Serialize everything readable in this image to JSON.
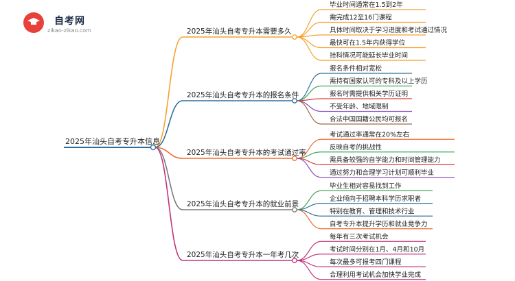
{
  "logo": {
    "title": "自考网",
    "subtitle": "zikao-zikao.com"
  },
  "root": {
    "label": "2025年汕头自考专升本信息"
  },
  "branches": [
    {
      "label": "2025年汕头自考专升本需要多久",
      "color": "#f4a12f",
      "children": [
        "毕业时间通常在1.5到2年",
        "需完成12至16门课程",
        "具体时间取决于学习进度和考试通过情况",
        "最快可在1.5年内获得学位",
        "挂科情况可能延长毕业时间"
      ]
    },
    {
      "label": "2025年汕头自考专升本的报名条件",
      "color": "#2f6f9e",
      "children": [
        "报名条件相对宽松",
        "需持有国家认可的专科及以上学历",
        "报名时需提供相关学历证明",
        "不受年龄、地域限制",
        "合法中国国籍公民均可报名"
      ]
    },
    {
      "label": "2025年汕头自考专升本的考试通过率",
      "color": "#f26b2e",
      "children": [
        "考试通过率通常在20%左右",
        "反映自考的挑战性",
        "需具备较强的自学能力和时间管理能力",
        "通过努力和合理学习计划可顺利毕业"
      ]
    },
    {
      "label": "2025年汕头自考专升本的就业前景",
      "color": "#7a7a7a",
      "children": [
        "毕业生相对容易找到工作",
        "企业倾向于招聘本科学历求职者",
        "特别在教育、管理和技术行业",
        "自考专升本提升学历和就业竞争力"
      ]
    },
    {
      "label": "2025年汕头自考专升本一年考几次",
      "color": "#c0347a",
      "children": [
        "每年有三次考试机会",
        "考试时间分别在1月、4月和10月",
        "每次最多可报考四门课程",
        "合理利用考试机会加快学业完成"
      ]
    }
  ],
  "leaf_colors": {
    "0": [
      "#f4a12f",
      "#f4a12f",
      "#f4a12f",
      "#f4a12f",
      "#f4a12f"
    ],
    "1": [
      "#2f6f9e",
      "#3ea65a",
      "#d93a3a",
      "#8a4fbf",
      "#9c6b4a"
    ],
    "2": [
      "#f26b2e",
      "#3ea65a",
      "#d93a3a",
      "#8a4fbf"
    ],
    "3": [
      "#3ea65a",
      "#2f6f9e",
      "#2f6f9e",
      "#f26b2e"
    ],
    "4": [
      "#c0347a",
      "#c0347a",
      "#c0347a",
      "#c0347a"
    ]
  }
}
